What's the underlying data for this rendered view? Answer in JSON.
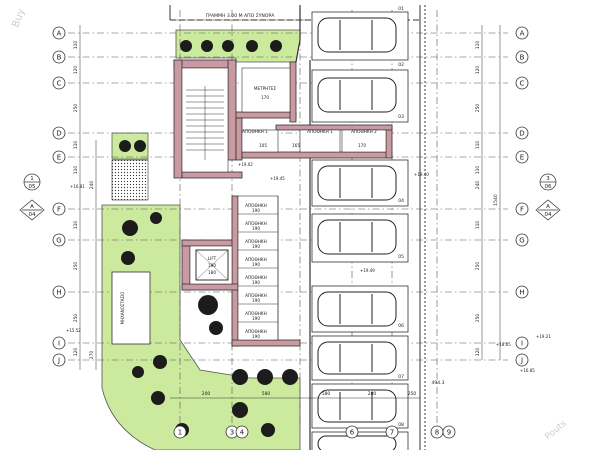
{
  "watermarks": {
    "left": "Buy",
    "right": "Pouts"
  },
  "top_note": "ΓΡΑΜΜΗ 3.00 M ΑΠΟ ΣΥΝΟΡΑ",
  "grid_rows": [
    "A",
    "B",
    "C",
    "D",
    "E",
    "F",
    "G",
    "H",
    "I",
    "J"
  ],
  "grid_cols_bottom": [
    "1",
    "3",
    "4",
    "6",
    "7",
    "8",
    "9"
  ],
  "room_labels": {
    "metrites": "ΜΕΤΡΗΤΕΣ",
    "apothiki1": "ΑΠΟΘΗΚΗ 1",
    "apothiki2": "ΑΠΟΘΗΚΗ 2",
    "apothiki_small": "ΑΠΟΘΗΚΗ",
    "lift": "LIFT",
    "plaque_vertical": "ΜΗΧΑΝΟΣΤΑΣΙΟ"
  },
  "room_dims": {
    "ap1": "165",
    "ap2": "170",
    "small": "190",
    "lift_w": "190",
    "lift_h": "180",
    "m1": "170",
    "m2": "105"
  },
  "parking_numbers": [
    "01",
    "02",
    "03",
    "04",
    "05",
    "06",
    "07",
    "08"
  ],
  "section_markers": {
    "left_1": {
      "top": "1",
      "bottom": "05"
    },
    "left_a": {
      "top": "A",
      "bottom": "04"
    },
    "right_3": {
      "top": "3",
      "bottom": "06"
    },
    "right_a": {
      "top": "A",
      "bottom": "04"
    }
  },
  "left_dims": [
    "110",
    "120",
    "250",
    "110",
    "110",
    "240",
    "110",
    "250",
    "250",
    "120",
    "270"
  ],
  "right_dims": [
    "110",
    "120",
    "250",
    "110",
    "110",
    "240",
    "110",
    "250",
    "250",
    "120"
  ],
  "right_total_dim": "1540",
  "level_marks": [
    "+16.81",
    "+19.02",
    "+19.40",
    "+19.45",
    "+19.49",
    "+15.52",
    "+19.21",
    "+18.65",
    "+16.85"
  ],
  "dim_194": "494.3",
  "bottom_dims": [
    "200",
    "580",
    "580",
    "280",
    "250"
  ]
}
